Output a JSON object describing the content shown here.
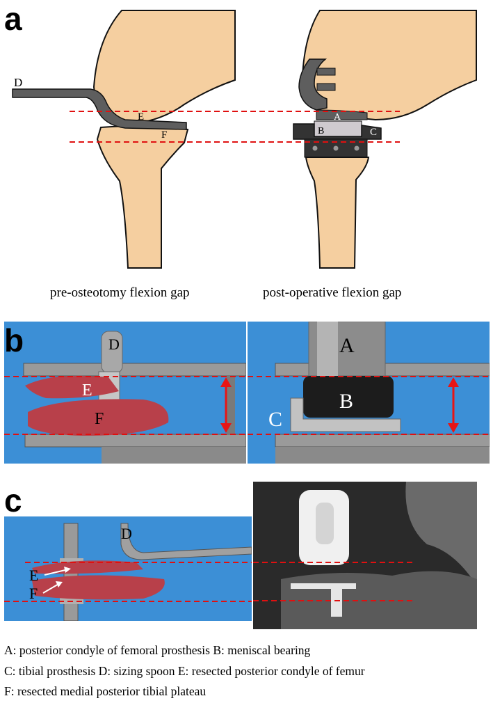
{
  "panels": {
    "a": {
      "letter": "a",
      "caption_left": "pre-osteotomy flexion gap",
      "caption_right": "post-operative flexion gap",
      "labels_left": [
        "D",
        "E",
        "F"
      ],
      "labels_right": [
        "A",
        "B",
        "C"
      ]
    },
    "b": {
      "letter": "b",
      "labels_left": [
        "D",
        "E",
        "F"
      ],
      "labels_right": [
        "A",
        "B",
        "C"
      ]
    },
    "c": {
      "letter": "c",
      "labels_left": [
        "D",
        "E",
        "F"
      ]
    }
  },
  "legend": [
    "A: posterior condyle of femoral prosthesis  B: meniscal bearing",
    "C: tibial prosthesis  D: sizing spoon  E: resected posterior condyle of femur",
    "F: resected medial posterior tibial plateau"
  ],
  "colors": {
    "bone": "#F5CFA0",
    "outline": "#111111",
    "metal": "#5E5E5E",
    "bearing": "#CFCACF",
    "dash_red": "#E01010",
    "photo_blue": "#3C8FD6",
    "tissue": "#B8404A",
    "xray_dark": "#2A2A2A",
    "arrow_red": "#E81515"
  }
}
